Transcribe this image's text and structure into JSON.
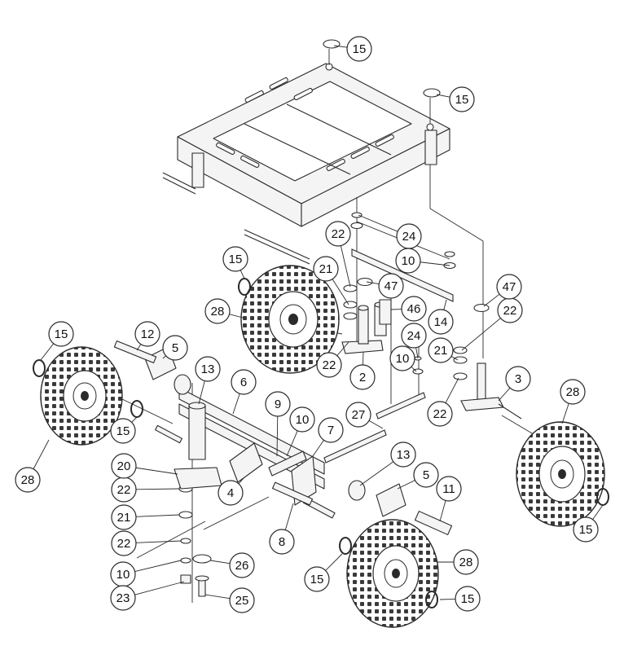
{
  "diagram": {
    "colors": {
      "line": "#2a2a2a",
      "frame_fill": "#f4f4f4",
      "tire_fill": "#ffffff",
      "tread": "#333333",
      "callout_fill": "#ffffff"
    },
    "callouts": [
      {
        "id": "c15a",
        "label": "15"
      },
      {
        "id": "c15b",
        "label": "15"
      },
      {
        "id": "c15c",
        "label": "15"
      },
      {
        "id": "c15d",
        "label": "15"
      },
      {
        "id": "c15e",
        "label": "15"
      },
      {
        "id": "c15f",
        "label": "15"
      },
      {
        "id": "c15g",
        "label": "15"
      },
      {
        "id": "c15h",
        "label": "15"
      },
      {
        "id": "c24a",
        "label": "24"
      },
      {
        "id": "c24b",
        "label": "24"
      },
      {
        "id": "c22a",
        "label": "22"
      },
      {
        "id": "c22b",
        "label": "22"
      },
      {
        "id": "c22c",
        "label": "22"
      },
      {
        "id": "c22d",
        "label": "22"
      },
      {
        "id": "c22e",
        "label": "22"
      },
      {
        "id": "c22f",
        "label": "22"
      },
      {
        "id": "c10a",
        "label": "10"
      },
      {
        "id": "c10b",
        "label": "10"
      },
      {
        "id": "c10c",
        "label": "10"
      },
      {
        "id": "c10d",
        "label": "10"
      },
      {
        "id": "c21a",
        "label": "21"
      },
      {
        "id": "c21b",
        "label": "21"
      },
      {
        "id": "c21c",
        "label": "21"
      },
      {
        "id": "c47a",
        "label": "47"
      },
      {
        "id": "c47b",
        "label": "47"
      },
      {
        "id": "c28a",
        "label": "28"
      },
      {
        "id": "c28b",
        "label": "28"
      },
      {
        "id": "c28c",
        "label": "28"
      },
      {
        "id": "c28d",
        "label": "28"
      },
      {
        "id": "c46",
        "label": "46"
      },
      {
        "id": "c14",
        "label": "14"
      },
      {
        "id": "c12",
        "label": "12"
      },
      {
        "id": "c5a",
        "label": "5"
      },
      {
        "id": "c5b",
        "label": "5"
      },
      {
        "id": "c13a",
        "label": "13"
      },
      {
        "id": "c13b",
        "label": "13"
      },
      {
        "id": "c2",
        "label": "2"
      },
      {
        "id": "c3",
        "label": "3"
      },
      {
        "id": "c6",
        "label": "6"
      },
      {
        "id": "c9",
        "label": "9"
      },
      {
        "id": "c7",
        "label": "7"
      },
      {
        "id": "c27",
        "label": "27"
      },
      {
        "id": "c20",
        "label": "20"
      },
      {
        "id": "c4",
        "label": "4"
      },
      {
        "id": "c8",
        "label": "8"
      },
      {
        "id": "c11",
        "label": "11"
      },
      {
        "id": "c26",
        "label": "26"
      },
      {
        "id": "c23",
        "label": "23"
      },
      {
        "id": "c25",
        "label": "25"
      }
    ]
  }
}
